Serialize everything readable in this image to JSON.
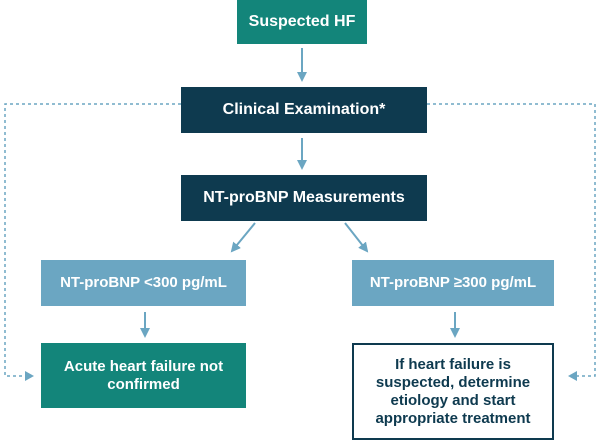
{
  "nodes": {
    "suspected": "Suspected HF",
    "clinical": "Clinical Examination*",
    "ntprobnp": "NT-proBNP Measurements",
    "low": "NT-proBNP <300 pg/mL",
    "high": "NT-proBNP ≥300 pg/mL",
    "not_confirmed": "Acute heart failure not confirmed",
    "treat": "If heart failure is suspected, determine etiology and start appropriate treatment"
  },
  "colors": {
    "teal": "#13857a",
    "navy": "#0e3a4f",
    "light_blue": "#6ba6c2",
    "arrow": "#6ba6c2"
  }
}
